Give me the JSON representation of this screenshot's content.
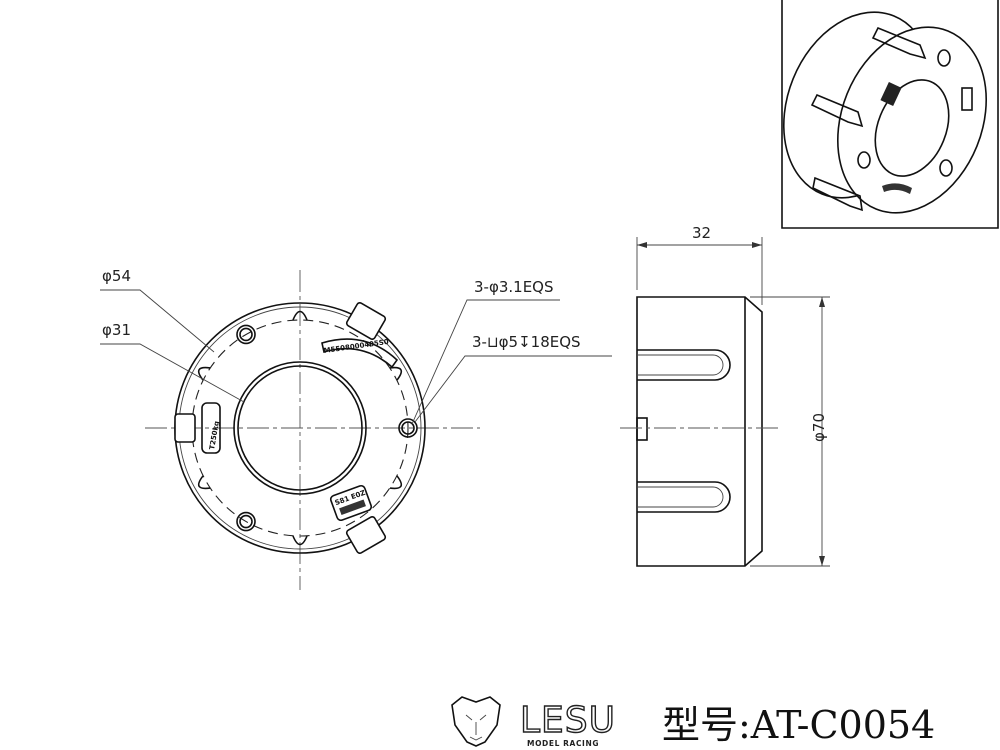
{
  "front_view": {
    "dia_outer_label": "φ54",
    "dia_inner_label": "φ31",
    "hole_label": "3-φ3.1EQS",
    "counterbore_label": "3-⊔φ5↧18EQS",
    "badge_part_number": "M5508000405S0",
    "badge_load": "T250kg",
    "badge_date": "S81 E0Z"
  },
  "side_view": {
    "width_label": "32",
    "height_label": "φ70"
  },
  "footer": {
    "brand": "LESU",
    "brand_sub": "MODEL RACING",
    "model_number": "型号:AT-C0054"
  }
}
